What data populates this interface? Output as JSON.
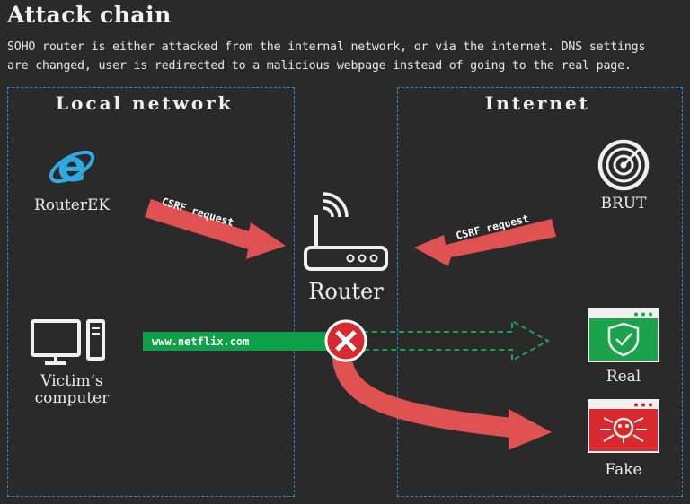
{
  "header": {
    "title": "Attack chain",
    "subtitle_line1": "SOHO router is either attacked from the internal network, or via the internet. DNS settings",
    "subtitle_line2": "are changed, user is redirected to a malicious webpage instead of going to the real page."
  },
  "zones": {
    "local_title": "Local network",
    "internet_title": "Internet"
  },
  "nodes": {
    "router_ek": "RouterEK",
    "victim_line1": "Victim’s",
    "victim_line2": "computer",
    "router": "Router",
    "brut": "BRUT",
    "real": "Real",
    "fake": "Fake"
  },
  "arrows": {
    "csrf_left": "CSRF request",
    "csrf_right": "CSRF request",
    "url": "www.netflix.com"
  },
  "colors": {
    "background": "#2a2a2a",
    "zone_border": "#1f8fd6",
    "csrf_arrow": "#e05151",
    "url_bar": "#0fa14a",
    "real_page": "#1aa34a",
    "fake_page": "#d8292f",
    "block_icon": "#d8292f"
  },
  "icons": {
    "router_ek": "internet-explorer-icon",
    "victim": "desktop-computer-icon",
    "router": "wifi-router-icon",
    "brut": "radar-icon",
    "real": "shield-check-window-icon",
    "fake": "skull-window-icon",
    "block": "blocked-x-icon"
  }
}
